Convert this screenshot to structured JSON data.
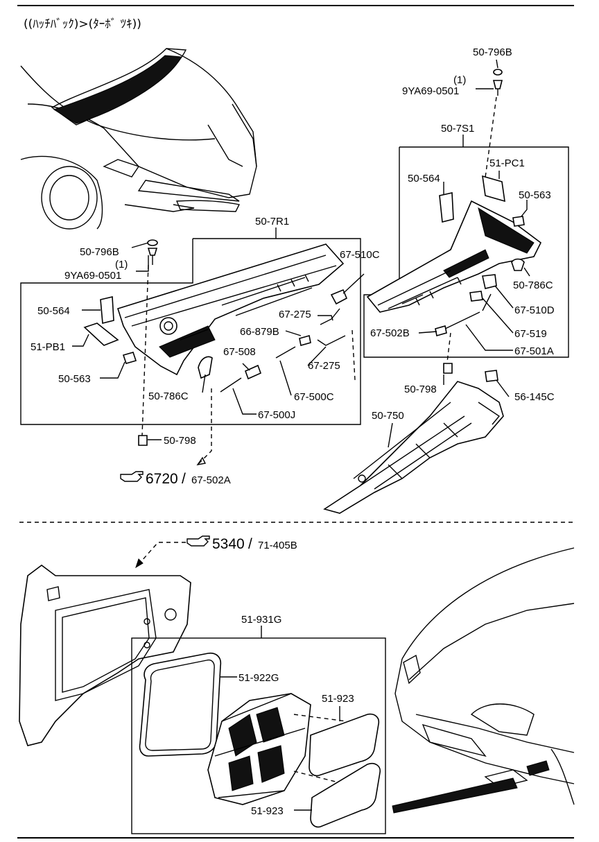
{
  "header": {
    "title": "((ﾊｯﾁﾊﾞｯｸ)>(ﾀｰﾎﾞ ﾂｷ))"
  },
  "upper": {
    "group_left": "50-7R1",
    "group_right": "50-7S1",
    "callouts": {
      "r_796b": "50-796B",
      "r_qty": "(1)",
      "r_9ya": "9YA69-0501",
      "l_796b": "50-796B",
      "l_qty": "(1)",
      "l_9ya": "9YA69-0501",
      "l_564": "50-564",
      "l_pb1": "51-PB1",
      "l_563": "50-563",
      "l_786c": "50-786C",
      "l_798": "50-798",
      "p_510c": "67-510C",
      "p_275a": "67-275",
      "p_879b": "66-879B",
      "p_508": "67-508",
      "p_275b": "67-275",
      "p_500c": "67-500C",
      "p_500j": "67-500J",
      "r_564": "50-564",
      "r_pc1": "51-PC1",
      "r_563": "50-563",
      "r_786c": "50-786C",
      "r_510d": "67-510D",
      "r_502b": "67-502B",
      "r_519": "67-519",
      "r_501a": "67-501A",
      "r_798": "50-798",
      "r_145c": "56-145C",
      "r_750": "50-750"
    },
    "reference": {
      "icon": "pointing-hand-icon",
      "number": "6720",
      "separator": "/",
      "part": "67-502A"
    }
  },
  "lower": {
    "reference": {
      "icon": "pointing-hand-icon",
      "number": "5340",
      "separator": "/",
      "part": "71-405B"
    },
    "group": "51-931G",
    "callouts": {
      "frame": "51-922G",
      "cover_top": "51-923",
      "cover_bottom": "51-923"
    }
  }
}
